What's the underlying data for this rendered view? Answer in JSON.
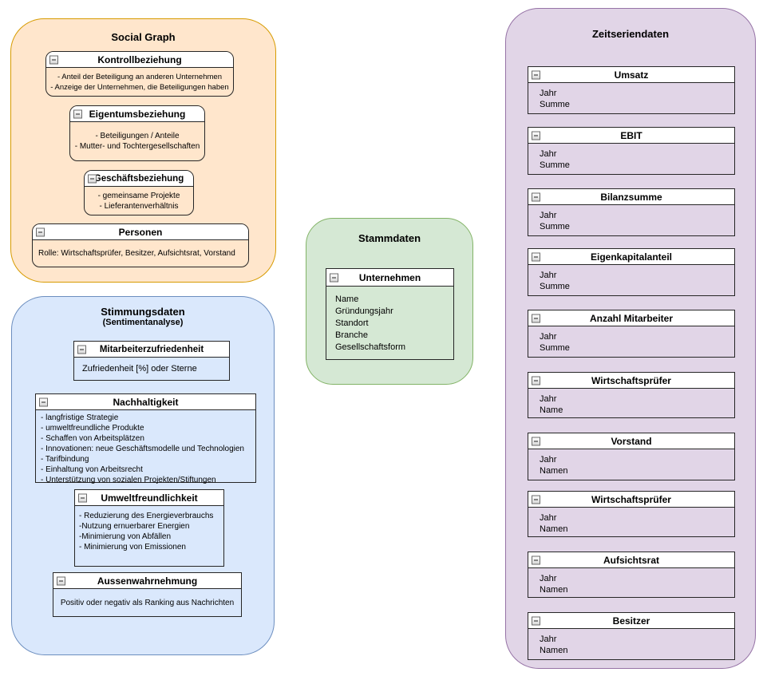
{
  "palette": {
    "social_graph": {
      "fill": "#FFE6CC",
      "stroke": "#D79B00"
    },
    "stimmungsdaten": {
      "fill": "#DAE8FC",
      "stroke": "#6C8EBF"
    },
    "stammdaten": {
      "fill": "#D5E8D4",
      "stroke": "#82B366"
    },
    "zeitseriendaten": {
      "fill": "#E1D5E7",
      "stroke": "#9673A6"
    },
    "node_header_fill": "#FFFFFF",
    "node_stroke": "#262626",
    "text": "#000000"
  },
  "groups": {
    "social_graph": {
      "title": "Social Graph",
      "nodes": {
        "kontrollbeziehung": {
          "title": "Kontrollbeziehung",
          "lines": [
            "- Anteil der Beteiligung an anderen Unternehmen",
            "- Anzeige der Unternehmen, die Beteiligungen haben"
          ]
        },
        "eigentumsbeziehung": {
          "title": "Eigentumsbeziehung",
          "lines": [
            "- Beteiligungen / Anteile",
            "- Mutter- und Tochtergesellschaften"
          ]
        },
        "geschaeftsbeziehung": {
          "title": "Geschäftsbeziehung",
          "lines": [
            "- gemeinsame Projekte",
            "- Lieferantenverhältnis"
          ]
        },
        "personen": {
          "title": "Personen",
          "lines": [
            "Rolle: Wirtschaftsprüfer, Besitzer, Aufsichtsrat, Vorstand"
          ]
        }
      }
    },
    "stimmungsdaten": {
      "title": "Stimmungsdaten",
      "subtitle": "(Sentimentanalyse)",
      "nodes": {
        "mitarbeiterzufriedenheit": {
          "title": "Mitarbeiterzufriedenheit",
          "lines": [
            "Zufriedenheit [%] oder Sterne"
          ]
        },
        "nachhaltigkeit": {
          "title": "Nachhaltigkeit",
          "lines": [
            "- langfristige Strategie",
            "- umweltfreundliche Produkte",
            "- Schaffen von Arbeitsplätzen",
            "- Innovationen: neue Geschäftsmodelle und Technologien",
            "- Tarifbindung",
            "- Einhaltung von Arbeitsrecht",
            "- Unterstützung von sozialen Projekten/Stiftungen"
          ]
        },
        "umweltfreundlichkeit": {
          "title": "Umweltfreundlichkeit",
          "lines": [
            "- Reduzierung des Energieverbrauchs",
            "-Nutzung ernuerbarer Energien",
            "-Minimierung von Abfällen",
            "- Minimierung von Emissionen"
          ]
        },
        "aussenwahrnehmung": {
          "title": "Aussenwahrnehmung",
          "lines": [
            "Positiv oder negativ als Ranking aus Nachrichten"
          ]
        }
      }
    },
    "stammdaten": {
      "title": "Stammdaten",
      "nodes": {
        "unternehmen": {
          "title": "Unternehmen",
          "lines": [
            "Name",
            "Gründungsjahr",
            "Standort",
            "Branche",
            "Gesellschaftsform"
          ]
        }
      }
    },
    "zeitseriendaten": {
      "title": "Zeitseriendaten",
      "nodes": {
        "umsatz": {
          "title": "Umsatz",
          "lines": [
            "Jahr",
            "Summe"
          ]
        },
        "ebit": {
          "title": "EBIT",
          "lines": [
            "Jahr",
            "Summe"
          ]
        },
        "bilanzsumme": {
          "title": "Bilanzsumme",
          "lines": [
            "Jahr",
            "Summe"
          ]
        },
        "eigenkapitalanteil": {
          "title": "Eigenkapitalanteil",
          "lines": [
            "Jahr",
            "Summe"
          ]
        },
        "anzahl_mitarbeiter": {
          "title": "Anzahl Mitarbeiter",
          "lines": [
            "Jahr",
            "Summe"
          ]
        },
        "wirtschaftspruefer_1": {
          "title": "Wirtschaftsprüfer",
          "lines": [
            "Jahr",
            "Name"
          ]
        },
        "vorstand": {
          "title": "Vorstand",
          "lines": [
            "Jahr",
            "Namen"
          ]
        },
        "wirtschaftspruefer_2": {
          "title": "Wirtschaftsprüfer",
          "lines": [
            "Jahr",
            "Namen"
          ]
        },
        "aufsichtsrat": {
          "title": "Aufsichtsrat",
          "lines": [
            "Jahr",
            "Namen"
          ]
        },
        "besitzer": {
          "title": "Besitzer",
          "lines": [
            "Jahr",
            "Namen"
          ]
        }
      }
    }
  }
}
